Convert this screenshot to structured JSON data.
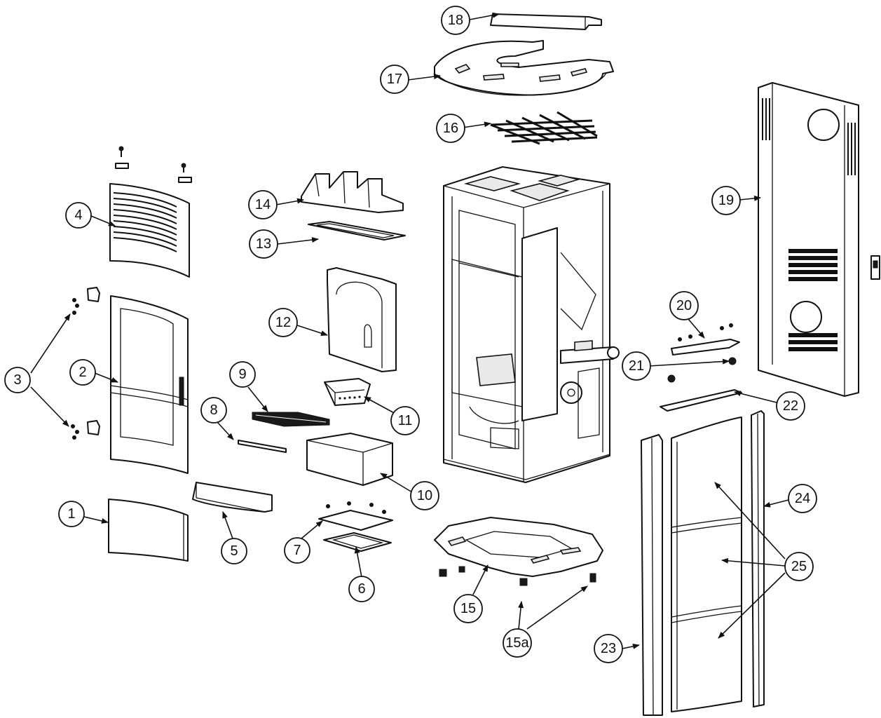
{
  "callouts": {
    "c1": "1",
    "c2": "2",
    "c3": "3",
    "c4": "4",
    "c5": "5",
    "c6": "6",
    "c7": "7",
    "c8": "8",
    "c9": "9",
    "c10": "10",
    "c11": "11",
    "c12": "12",
    "c13": "13",
    "c14": "14",
    "c15": "15",
    "c15a": "15a",
    "c16": "16",
    "c17": "17",
    "c18": "18",
    "c19": "19",
    "c20": "20",
    "c21": "21",
    "c22": "22",
    "c23": "23",
    "c24": "24",
    "c25": "25"
  }
}
